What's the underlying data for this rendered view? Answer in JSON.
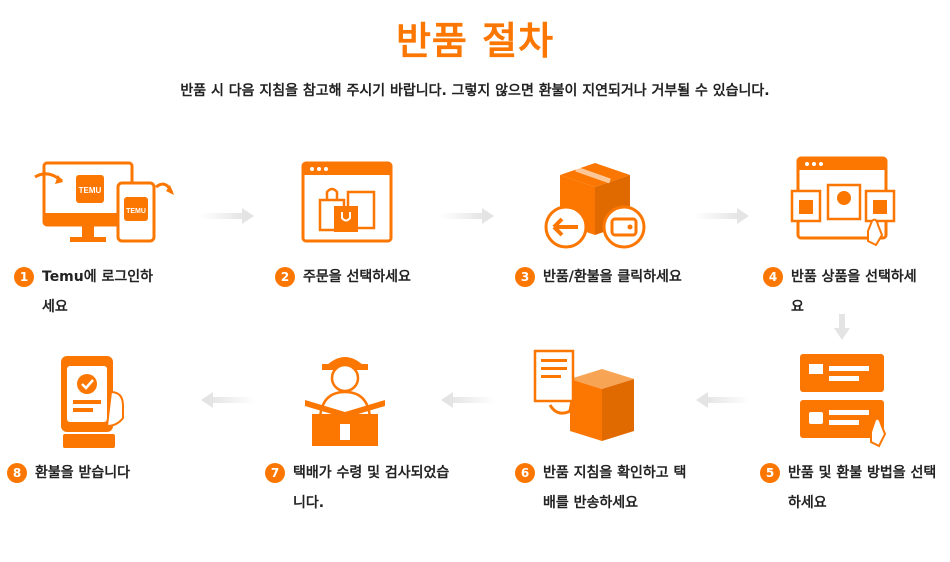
{
  "header": {
    "title": "반품 절차",
    "subtitle": "반품 시 다음 지침을 참고해 주시기 바랍니다. 그렇지 않으면 환불이 지연되거나 거부될 수 있습니다."
  },
  "brand_color": "#fb7701",
  "steps": [
    {
      "num": "1",
      "label": "Temu에 로그인하세요",
      "icon": "computer-phone-icon"
    },
    {
      "num": "2",
      "label": "주문을 선택하세요",
      "icon": "shopping-bags-window-icon"
    },
    {
      "num": "3",
      "label": "반품/환불을 클릭하세요",
      "icon": "return-box-icon"
    },
    {
      "num": "4",
      "label": "반품 상품을 선택하세요",
      "icon": "select-items-window-icon"
    },
    {
      "num": "5",
      "label": "반품 및 환불 방법을 선택하세요",
      "icon": "payment-cards-icon"
    },
    {
      "num": "6",
      "label": "반품 지침을 확인하고 택배를 반송하세요",
      "icon": "package-document-icon"
    },
    {
      "num": "7",
      "label": "택배가 수령 및 검사되었습니다.",
      "icon": "courier-inspection-icon"
    },
    {
      "num": "8",
      "label": "환불을 받습니다",
      "icon": "refund-phone-icon"
    }
  ],
  "icons": {
    "logo_small": "TEMU"
  }
}
